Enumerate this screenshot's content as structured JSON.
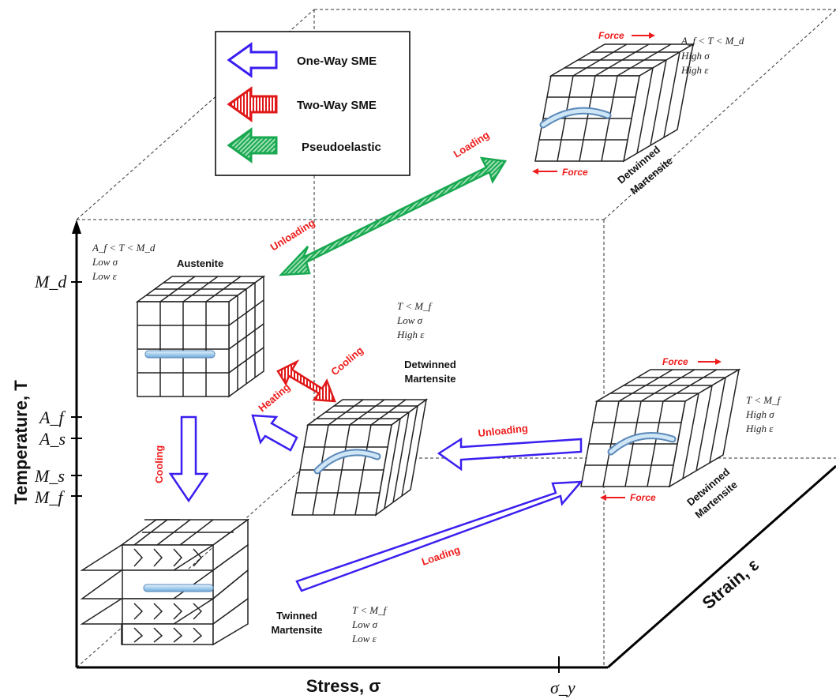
{
  "legend": {
    "one_way": "One-Way SME",
    "two_way": "Two-Way SME",
    "pseudo": "Pseudoelastic"
  },
  "axes": {
    "y_label": "Temperature, T",
    "x_label": "Stress, σ",
    "z_label": "Strain, ε",
    "y_ticks": [
      "M_d",
      "A_f",
      "A_s",
      "M_s",
      "M_f"
    ],
    "x_tick": "σ_y"
  },
  "states": {
    "austenite": {
      "name": "Austenite",
      "cond": [
        "A_f < T < M_d",
        "Low σ",
        "Low ε"
      ]
    },
    "twinned": {
      "name_line1": "Twinned",
      "name_line2": "Martensite",
      "cond": [
        "T < M_f",
        "Low σ",
        "Low ε"
      ]
    },
    "detwinned_center": {
      "name_line1": "Detwinned",
      "name_line2": "Martensite",
      "cond": [
        "T < M_f",
        "Low σ",
        "High ε"
      ]
    },
    "detwinned_right": {
      "name_line1": "Detwinned",
      "name_line2": "Martensite",
      "cond": [
        "T < M_f",
        "High σ",
        "High ε"
      ]
    },
    "detwinned_top": {
      "name_line1": "Detwinned",
      "name_line2": "Martensite",
      "cond": [
        "A_f < T < M_d",
        "High σ",
        "High ε"
      ]
    }
  },
  "arrows": {
    "loading_top": "Loading",
    "unloading_top": "Unloading",
    "cooling_mid": "Cooling",
    "heating_mid": "Heating",
    "cooling_left": "Cooling",
    "unloading_right": "Unloading",
    "loading_bottom": "Loading",
    "force": "Force"
  },
  "colors": {
    "one_way": "#3a1ff0",
    "two_way": "#e01818",
    "pseudo": "#18a850",
    "label_red": "#ee1c1c",
    "wire": "#a8d0ee"
  }
}
